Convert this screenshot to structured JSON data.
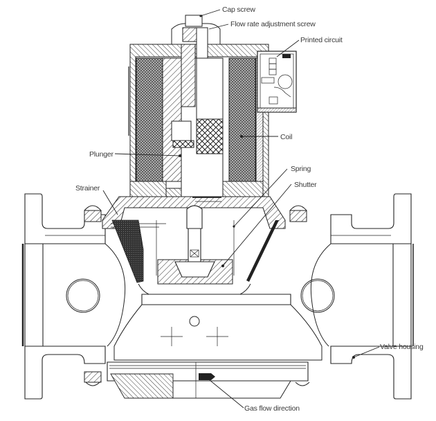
{
  "diagram": {
    "title": "Solenoid gas valve cross-section",
    "labels": {
      "cap_screw": "Cap screw",
      "flow_rate_adjustment_screw": "Flow rate adjustment screw",
      "printed_circuit": "Printed circuit",
      "coil": "Coil",
      "plunger": "Plunger",
      "spring": "Spring",
      "strainer": "Strainer",
      "shutter": "Shutter",
      "valve_housing": "Valve housing",
      "gas_flow_direction": "Gas flow direction"
    },
    "colors": {
      "line": "#222222",
      "text": "#3a3a3a",
      "background": "#ffffff"
    }
  }
}
